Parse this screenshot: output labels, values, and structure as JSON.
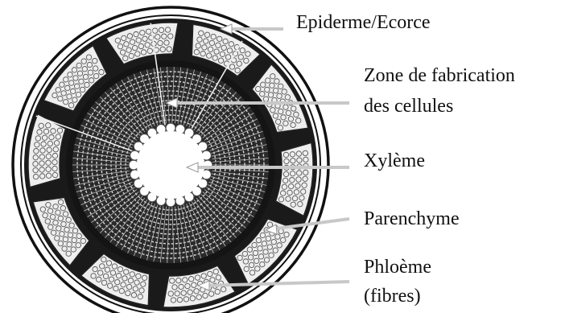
{
  "labels": {
    "epiderme": "Epiderme/Ecorce",
    "zone_line1": "Zone de fabrication",
    "zone_line2": "des cellules",
    "xyleme": "Xylème",
    "parenchyme": "Parenchyme",
    "phloeme_line1": "Phloème",
    "phloeme_line2": "(fibres)"
  },
  "colors": {
    "leader": "#c8c8c8",
    "ink": "#111111",
    "cell_fill": "#eeeeee"
  }
}
